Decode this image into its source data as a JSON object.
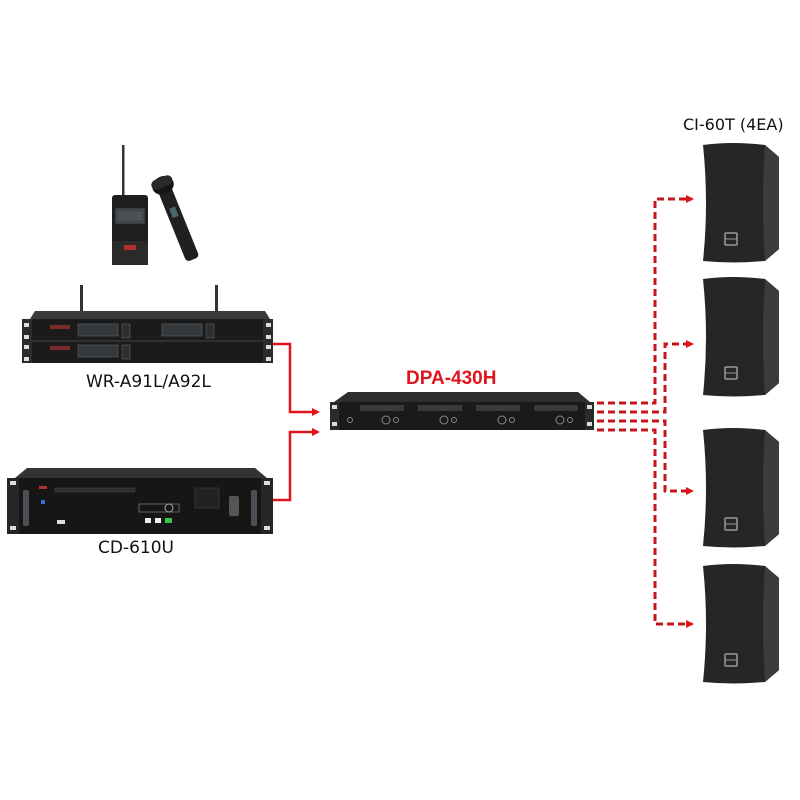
{
  "diagram": {
    "title": "Wireless mic + CD player to 4-channel amplifier driving 4 speakers",
    "colors": {
      "signal_line": "#e0151b",
      "device_body": "#1c1c1c",
      "background": "#ffffff"
    },
    "sources": [
      {
        "id": "wireless",
        "label": "WR-A91L/A92L",
        "type": "wireless-receiver",
        "includes": [
          "bodypack-transmitter",
          "handheld-microphone"
        ]
      },
      {
        "id": "cd",
        "label": "CD-610U",
        "type": "cd-player"
      }
    ],
    "amplifier": {
      "id": "amp",
      "label": "DPA-430H",
      "type": "power-amplifier",
      "channels": 4
    },
    "speakers": {
      "label": "CI-60T (4EA)",
      "model": "CI-60T",
      "count": 4
    },
    "connections": [
      {
        "from": "wireless",
        "to": "amp",
        "style": "solid"
      },
      {
        "from": "cd",
        "to": "amp",
        "style": "solid"
      },
      {
        "from": "amp",
        "to": "speaker-1",
        "style": "dashed"
      },
      {
        "from": "amp",
        "to": "speaker-2",
        "style": "dashed"
      },
      {
        "from": "amp",
        "to": "speaker-3",
        "style": "dashed"
      },
      {
        "from": "amp",
        "to": "speaker-4",
        "style": "dashed"
      }
    ]
  }
}
